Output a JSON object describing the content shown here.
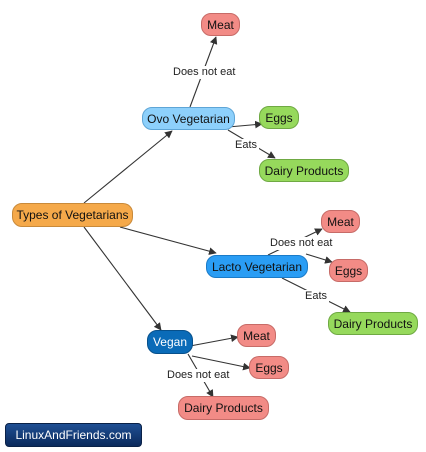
{
  "nodes": {
    "root": "Types of Vegetarians",
    "ovo": "Ovo Vegetarian",
    "lacto": "Lacto Vegetarian",
    "vegan": "Vegan",
    "ovo_meat": "Meat",
    "ovo_eggs": "Eggs",
    "ovo_dairy": "Dairy Products",
    "lacto_meat": "Meat",
    "lacto_eggs": "Eggs",
    "lacto_dairy": "Dairy Products",
    "vegan_meat": "Meat",
    "vegan_eggs": "Eggs",
    "vegan_dairy": "Dairy Products"
  },
  "edge_labels": {
    "ovo_does_not_eat": "Does not eat",
    "ovo_eats": "Eats",
    "lacto_does_not_eat": "Does not eat",
    "lacto_eats": "Eats",
    "vegan_does_not_eat": "Does not eat"
  },
  "colors": {
    "root": "#f5a94a",
    "ovo": "#8dd0fb",
    "lacto": "#2a9df4",
    "vegan": "#0a6bb8",
    "does_not_eat": "#f28b86",
    "eats": "#96d95c",
    "edge": "#333333"
  },
  "watermark": "LinuxAndFriends.com"
}
